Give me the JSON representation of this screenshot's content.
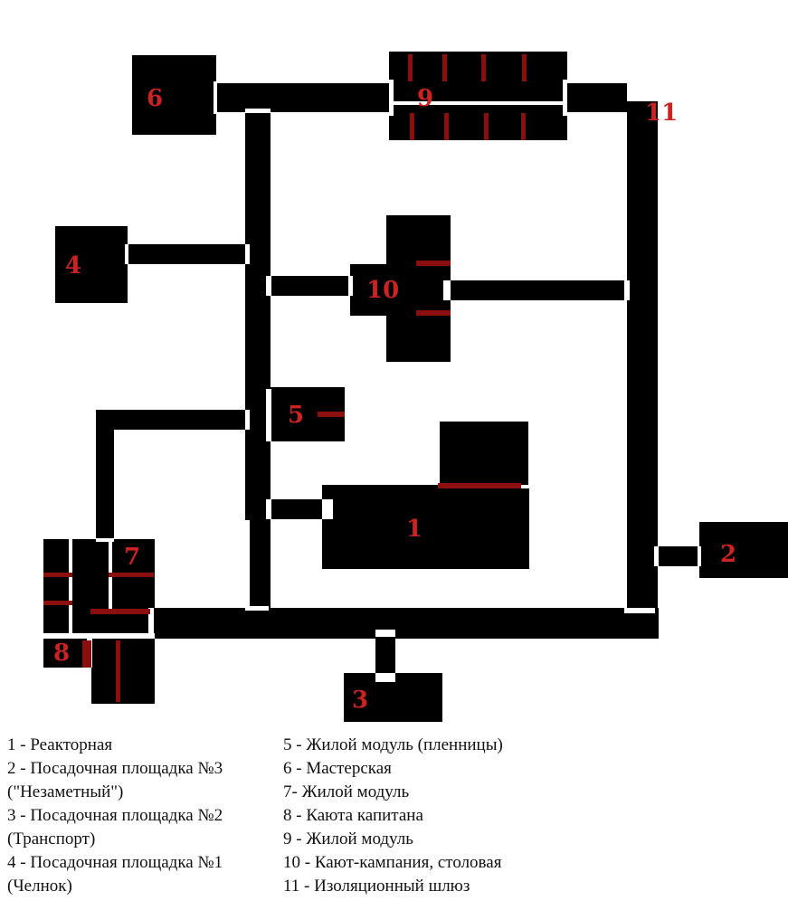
{
  "colors": {
    "walls": "#000000",
    "background": "#ffffff",
    "labels": "#cc2222",
    "doors": "#8b0f0f"
  },
  "rooms": [
    {
      "num": "1",
      "name": "Реакторная"
    },
    {
      "num": "2",
      "name": "Посадочная площадка №3 (\"Незаметный\")"
    },
    {
      "num": "3",
      "name": "Посадочная площадка №2 (Транспорт)"
    },
    {
      "num": "4",
      "name": "Посадочная площадка №1 (Челнок)"
    },
    {
      "num": "5",
      "name": "Жилой модуль (пленницы)"
    },
    {
      "num": "6",
      "name": "Мастерская"
    },
    {
      "num": "7",
      "name": "Жилой модуль"
    },
    {
      "num": "8",
      "name": "Каюта капитана"
    },
    {
      "num": "9",
      "name": "Жилой модуль"
    },
    {
      "num": "10",
      "name": "Кают-кампания, столовая"
    },
    {
      "num": "11",
      "name": "Изоляционный шлюз"
    }
  ],
  "legend": {
    "left": [
      "1 - Реакторная",
      "2 - Посадочная площадка №3",
      "(\"Незаметный\")",
      "3 - Посадочная площадка №2",
      "(Транспорт)",
      "4 - Посадочная площадка №1",
      "(Челнок)"
    ],
    "right": [
      "5 - Жилой модуль (пленницы)",
      "6 - Мастерская",
      "7- Жилой модуль",
      "8 - Каюта капитана",
      "9 - Жилой модуль",
      "10 - Кают-кампания, столовая",
      "11 - Изоляционный шлюз"
    ]
  }
}
